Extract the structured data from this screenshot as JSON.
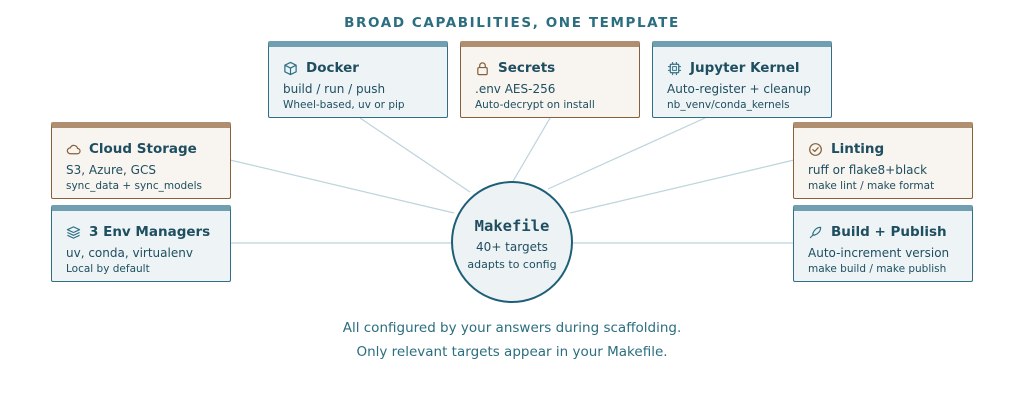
{
  "title": "BROAD CAPABILITIES, ONE TEMPLATE",
  "hub": {
    "name": "Makefile",
    "line1": "40+ targets",
    "line2": "adapts to config"
  },
  "cards": {
    "docker": {
      "icon": "box-icon",
      "name": "Docker",
      "line1": "build / run / push",
      "line2": "Wheel-based, uv or pip"
    },
    "secrets": {
      "icon": "lock-icon",
      "name": "Secrets",
      "line1": ".env AES-256",
      "line2": "Auto-decrypt on install"
    },
    "jupyter": {
      "icon": "chip-icon",
      "name": "Jupyter Kernel",
      "line1": "Auto-register + cleanup",
      "line2": "nb_venv/conda_kernels"
    },
    "cloud": {
      "icon": "cloud-icon",
      "name": "Cloud Storage",
      "line1": "S3, Azure, GCS",
      "line2": "sync_data + sync_models"
    },
    "linting": {
      "icon": "check-circle-icon",
      "name": "Linting",
      "line1": "ruff or flake8+black",
      "line2": "make lint / make format"
    },
    "env": {
      "icon": "layers-icon",
      "name": "3 Env Managers",
      "line1": "uv, conda, virtualenv",
      "line2": "Local by default"
    },
    "build": {
      "icon": "rocket-icon",
      "name": "Build + Publish",
      "line1": "Auto-increment version",
      "line2": "make build / make publish"
    }
  },
  "footer": {
    "line1": "All configured by your answers during scaffolding.",
    "line2": "Only relevant targets appear in your Makefile."
  },
  "colors": {
    "accent": "#2f6f86",
    "tan": "#85603a",
    "text": "#1e4e60",
    "line": "#b9d3dc"
  }
}
